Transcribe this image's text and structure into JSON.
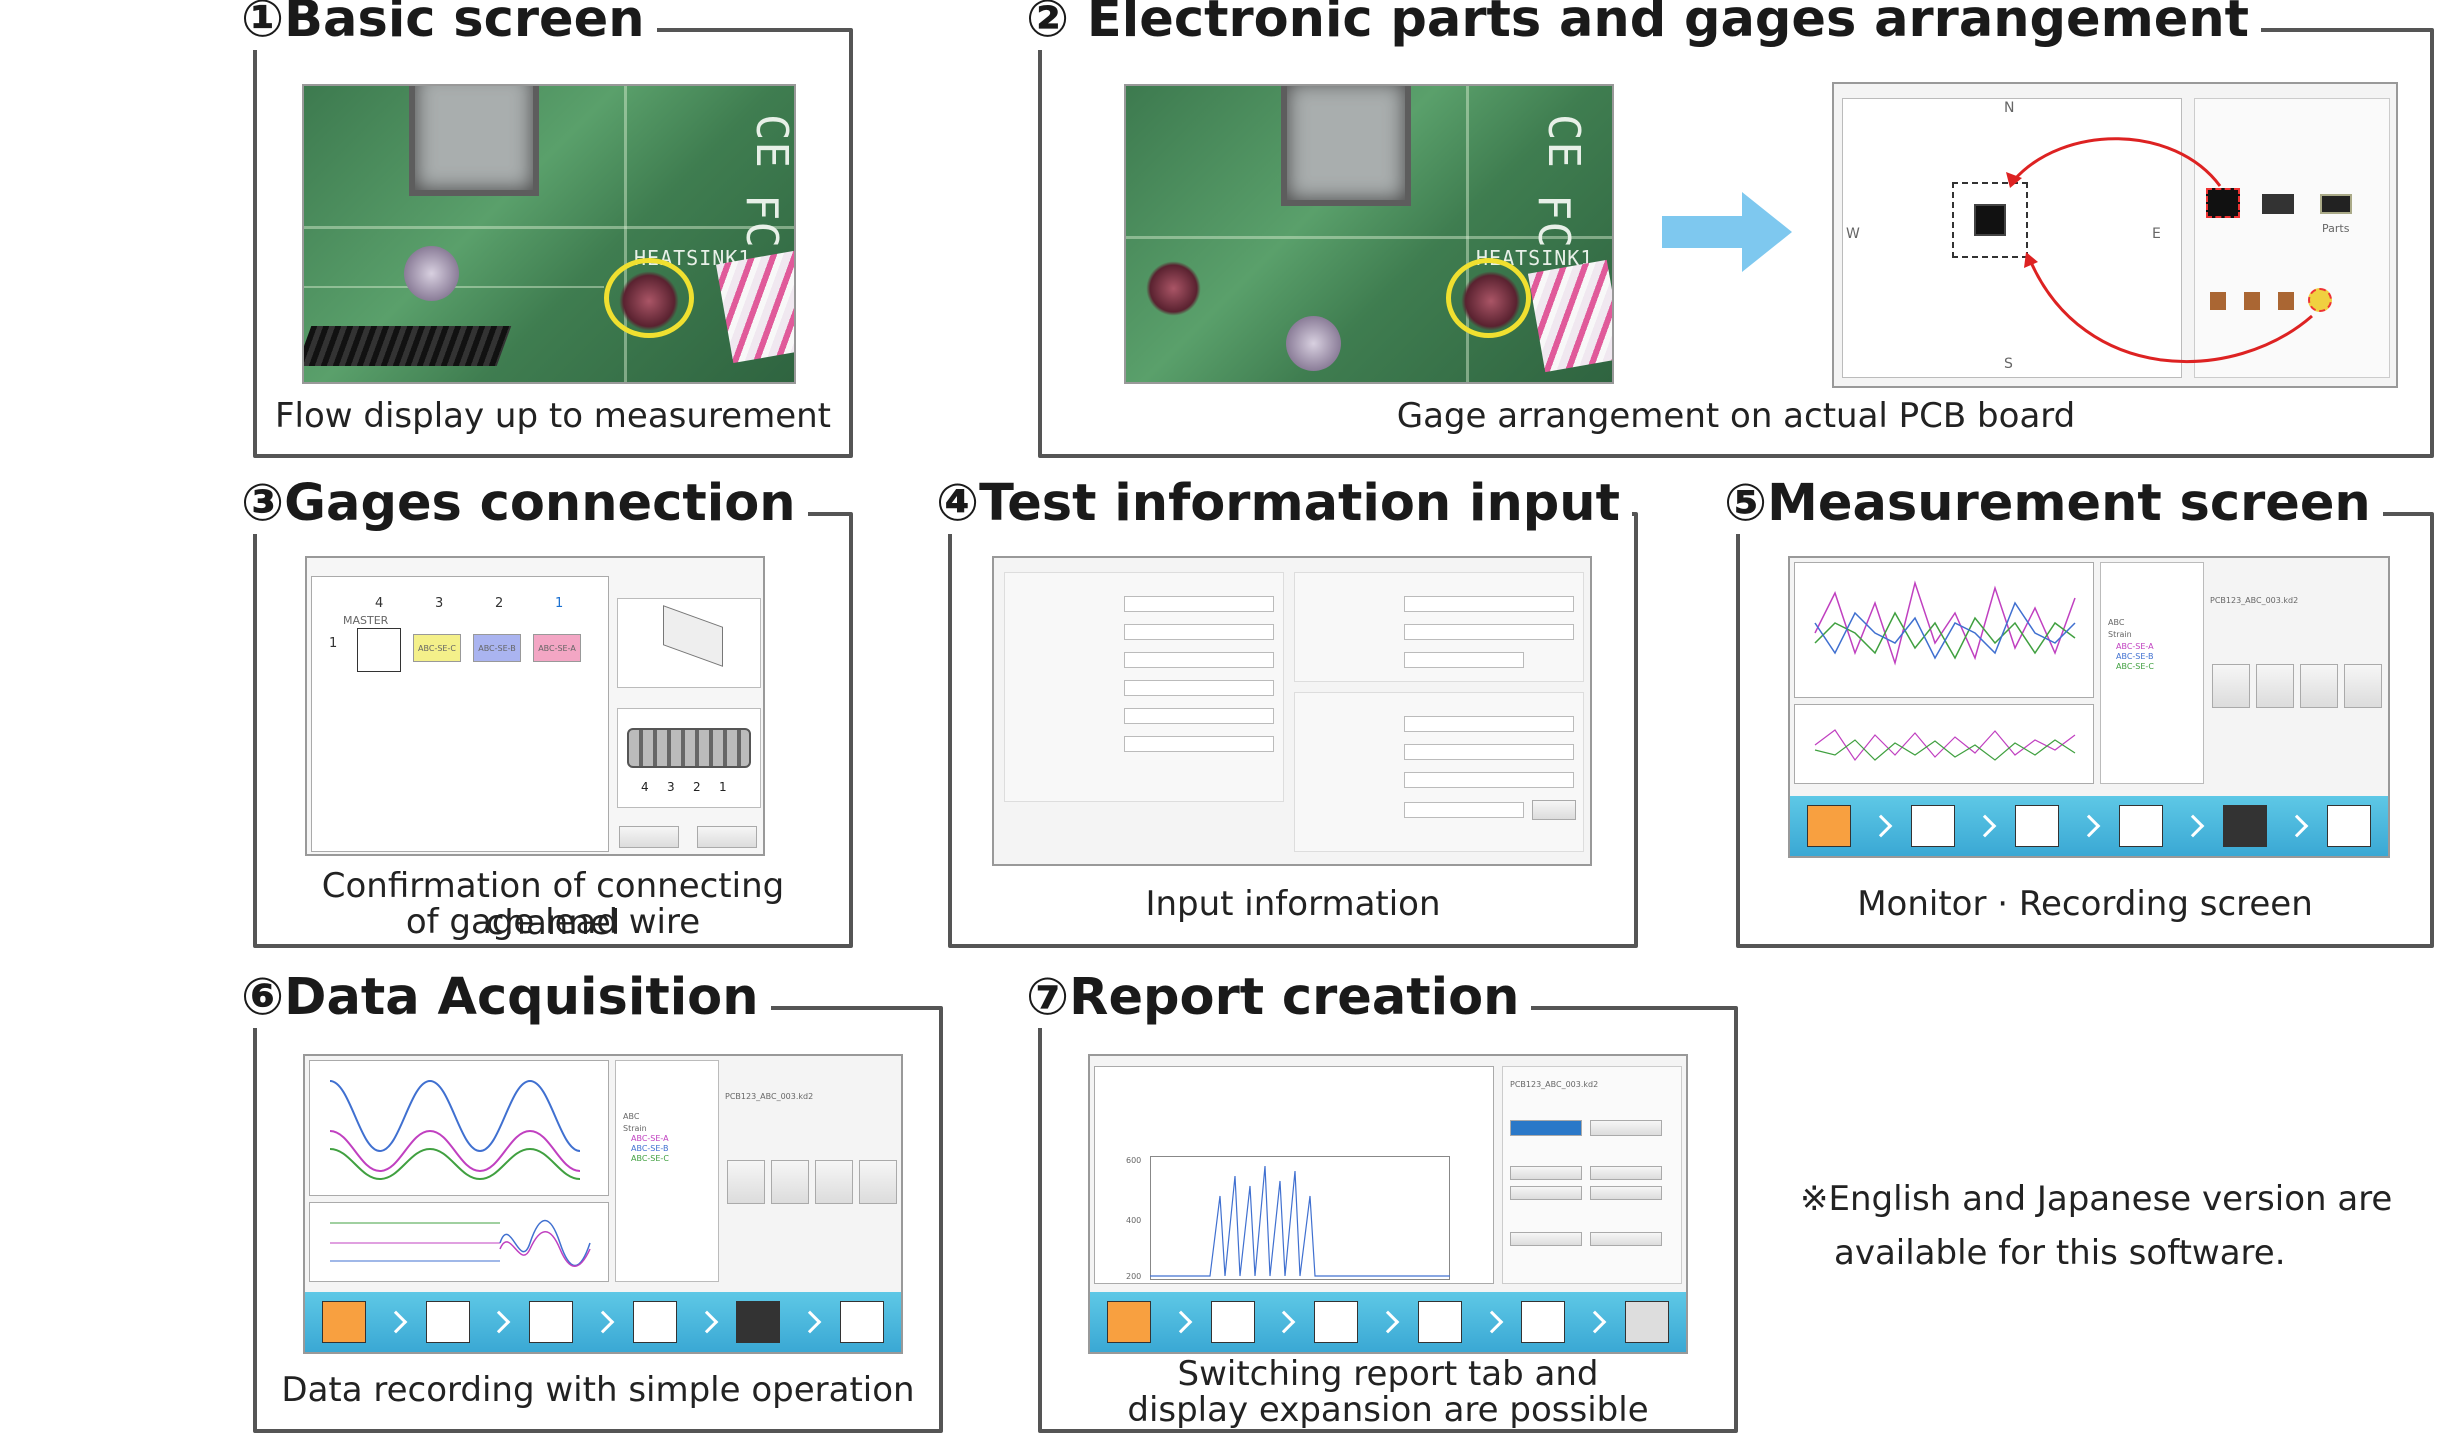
{
  "panels": {
    "p1": {
      "title": "①Basic screen",
      "caption": "Flow display up to measurement"
    },
    "p2": {
      "title": "② Electronic parts and gages arrangement",
      "caption": "Gage arrangement on actual PCB board"
    },
    "p3": {
      "title": "③Gages connection",
      "caption_line1": "Confirmation of connecting channel",
      "caption_line2": "of gage lead wire"
    },
    "p4": {
      "title": "④Test information input",
      "caption": "Input information"
    },
    "p5": {
      "title": "⑤Measurement screen",
      "caption": "Monitor · Recording screen"
    },
    "p6": {
      "title": "⑥Data Acquisition",
      "caption": "Data recording with simple operation"
    },
    "p7": {
      "title": "⑦Report creation",
      "caption_line1": "Switching report tab and",
      "caption_line2": "display expansion are possible"
    }
  },
  "pcb": {
    "heatsink_label": "HEATSINK1",
    "fc_mark": "FC",
    "ce_mark": "CE"
  },
  "arrangement": {
    "compass_n": "N",
    "compass_s": "S",
    "compass_w": "W",
    "compass_e": "E",
    "parts_label": "Parts"
  },
  "connection": {
    "channels": [
      "4",
      "3",
      "2",
      "1"
    ],
    "row_label": "1",
    "master_label": "MASTER",
    "gage_a": "ABC-SE-C",
    "gage_b": "ABC-SE-B",
    "gage_c": "ABC-SE-A",
    "connector_nums": [
      "4",
      "3",
      "2",
      "1"
    ]
  },
  "measurement": {
    "file_name": "PCB123_ABC_003.kd2",
    "channel_abc": "ABC",
    "ch_a": "ABC-SE-A",
    "ch_b": "ABC-SE-B",
    "ch_c": "ABC-SE-C",
    "strain": "Strain"
  },
  "report": {
    "file_name": "PCB123_ABC_003.kd2",
    "y_ticks": [
      "600",
      "400",
      "200"
    ]
  },
  "colors": {
    "border": "#555555",
    "flow_bar": "#3aa8d4",
    "arrow_blue": "#7ec8ef",
    "ring_yellow": "#f0e030",
    "red_arrow": "#dd2222",
    "gage_yellow": "#f4f08a",
    "gage_blue": "#aab4f0",
    "gage_pink": "#f3a6c4"
  },
  "note": {
    "line1": "※English and Japanese version are",
    "line2": "available for this software."
  }
}
